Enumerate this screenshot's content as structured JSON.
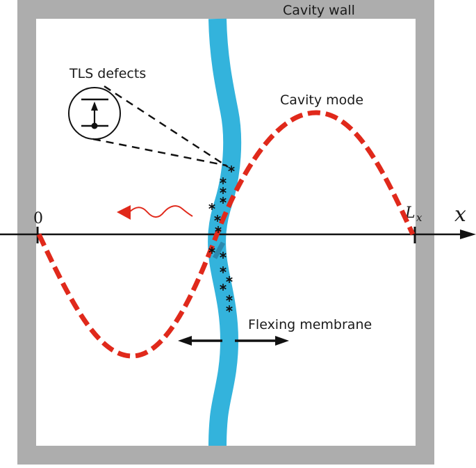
{
  "diagram": {
    "title": "Cavity with flexing membrane containing TLS defects",
    "labels": {
      "cavity_wall": "Cavity wall",
      "tls_defects": "TLS defects",
      "cavity_mode": "Cavity mode",
      "flexing_membrane": "Flexing membrane",
      "axis_origin": "0",
      "axis_end_main": "L",
      "axis_end_sub": "x",
      "axis_name": "x"
    },
    "colors": {
      "wall": "#adadad",
      "membrane": "#33b3dc",
      "cavity_mode": "#e0291b",
      "ink": "#111111",
      "background": "#ffffff"
    },
    "elements": {
      "tls_symbol": "two-level-system energy diagram (excited level, ground level with dot, upward arrow)",
      "defect_marker": "asterisk",
      "defect_count_upper": 7,
      "defect_count_lower": 7,
      "emission_arrow": "wavy arrow pointing left (emitted phonon/photon)",
      "membrane_motion": "double-headed horizontal arrow"
    }
  }
}
